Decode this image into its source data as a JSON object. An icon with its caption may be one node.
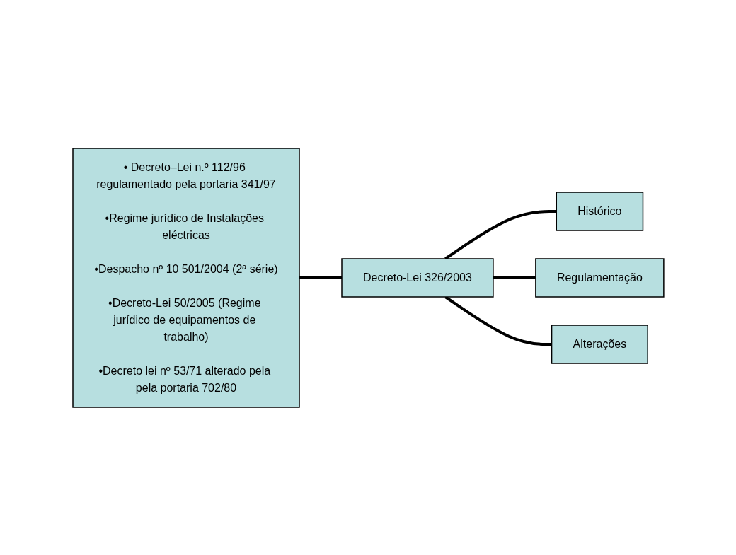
{
  "diagram": {
    "nodes": [
      {
        "text": [
          "• Decreto–Lei n.º 112/96 regulamentado pela portaria 341/97",
          "•Regime jurídico de Instalações eléctricas",
          "•Despacho nº 10 501/2004 (2ª série)",
          "•Decreto-Lei 50/2005 (Regime jurídico de equipamentos de trabalho)",
          "•Decreto lei nº 53/71 alterado pela pela portaria 702/80"
        ]
      },
      {
        "text": [
          "Histórico"
        ]
      },
      {
        "text": [
          "Decreto-Lei 326/2003"
        ]
      },
      {
        "text": [
          "Regulamentação"
        ]
      },
      {
        "text": [
          "Alterações"
        ]
      }
    ],
    "edges": [
      {
        "from": 2,
        "to": 1,
        "arrow": "none"
      },
      {
        "from": 0,
        "to": 2,
        "arrow": "none"
      },
      {
        "from": 2,
        "to": 3,
        "arrow": "none"
      },
      {
        "from": 2,
        "to": 4,
        "arrow": "none"
      }
    ]
  }
}
